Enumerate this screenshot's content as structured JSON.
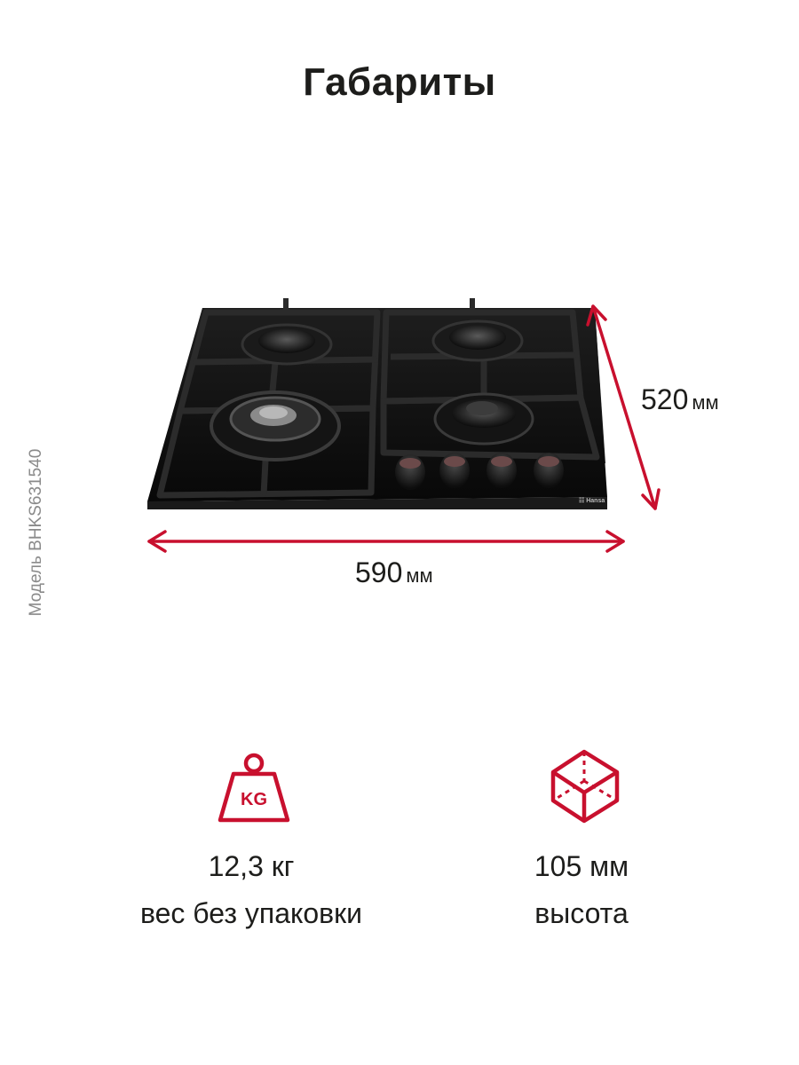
{
  "page": {
    "title": "Габариты",
    "model_label": "Модель BHKS631540"
  },
  "dimensions": {
    "depth": {
      "value": "520",
      "unit": "мм"
    },
    "width": {
      "value": "590",
      "unit": "мм"
    }
  },
  "product": {
    "brand_mark": "Hansa",
    "burners": 4,
    "knobs": 4
  },
  "specs": [
    {
      "icon": "weight-kg-icon",
      "icon_text": "KG",
      "value": "12,3 кг",
      "label": "вес без упаковки"
    },
    {
      "icon": "box-3d-icon",
      "value": "105 мм",
      "label": "высота"
    }
  ],
  "colors": {
    "accent": "#c8102e",
    "text": "#1d1d1b",
    "muted": "#8a8a8a",
    "glass": "#111111"
  }
}
